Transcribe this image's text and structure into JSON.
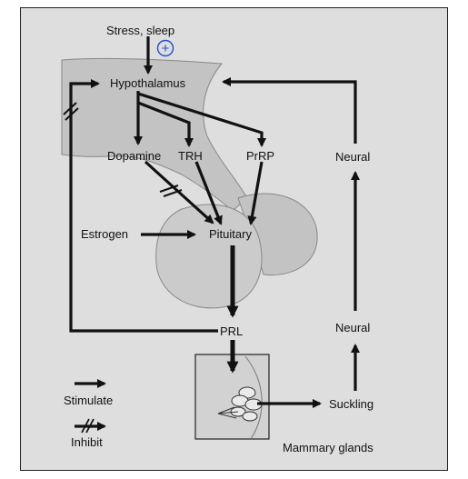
{
  "diagram": {
    "labels": {
      "stress_sleep": "Stress, sleep",
      "hypothalamus": "Hypothalamus",
      "dopamine": "Dopamine",
      "trh": "TRH",
      "prrp": "PrRP",
      "estrogen": "Estrogen",
      "pituitary": "Pituitary",
      "prl": "PRL",
      "neural_upper": "Neural",
      "neural_lower": "Neural",
      "suckling": "Suckling",
      "mammary_glands": "Mammary glands"
    },
    "annotation": {
      "plus_sign": "+"
    },
    "legend": {
      "stimulate": "Stimulate",
      "inhibit": "Inhibit"
    },
    "colors": {
      "background": "#dedede",
      "tissue": "#c3c3c3",
      "ink": "#111111",
      "annotation": "#1f4fd6"
    }
  }
}
